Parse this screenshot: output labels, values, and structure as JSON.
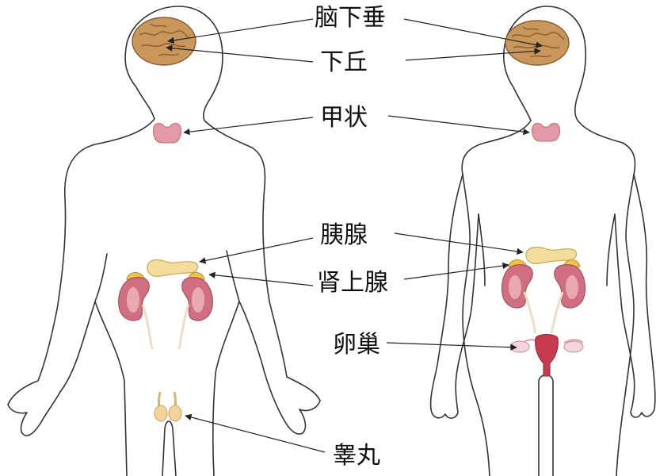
{
  "labels": {
    "pituitary": "脑下垂",
    "hypothalamus": "下丘",
    "thyroid": "甲状",
    "pancreas": "胰腺",
    "adrenal": "肾上腺",
    "ovary": "卵巢",
    "testis": "睾丸"
  },
  "colors": {
    "outline": "#333333",
    "brain": "#c9975c",
    "brain_line": "#8a5c2e",
    "thyroid": "#e39aa6",
    "kidney": "#cf6f7f",
    "kidney_light": "#f3c1c8",
    "adrenal": "#f0c24a",
    "pancreas": "#f3dd9c",
    "ureter": "#f2dcc0",
    "uterus": "#c83b4e",
    "testis": "#f1d39b",
    "arrow": "#222222"
  }
}
